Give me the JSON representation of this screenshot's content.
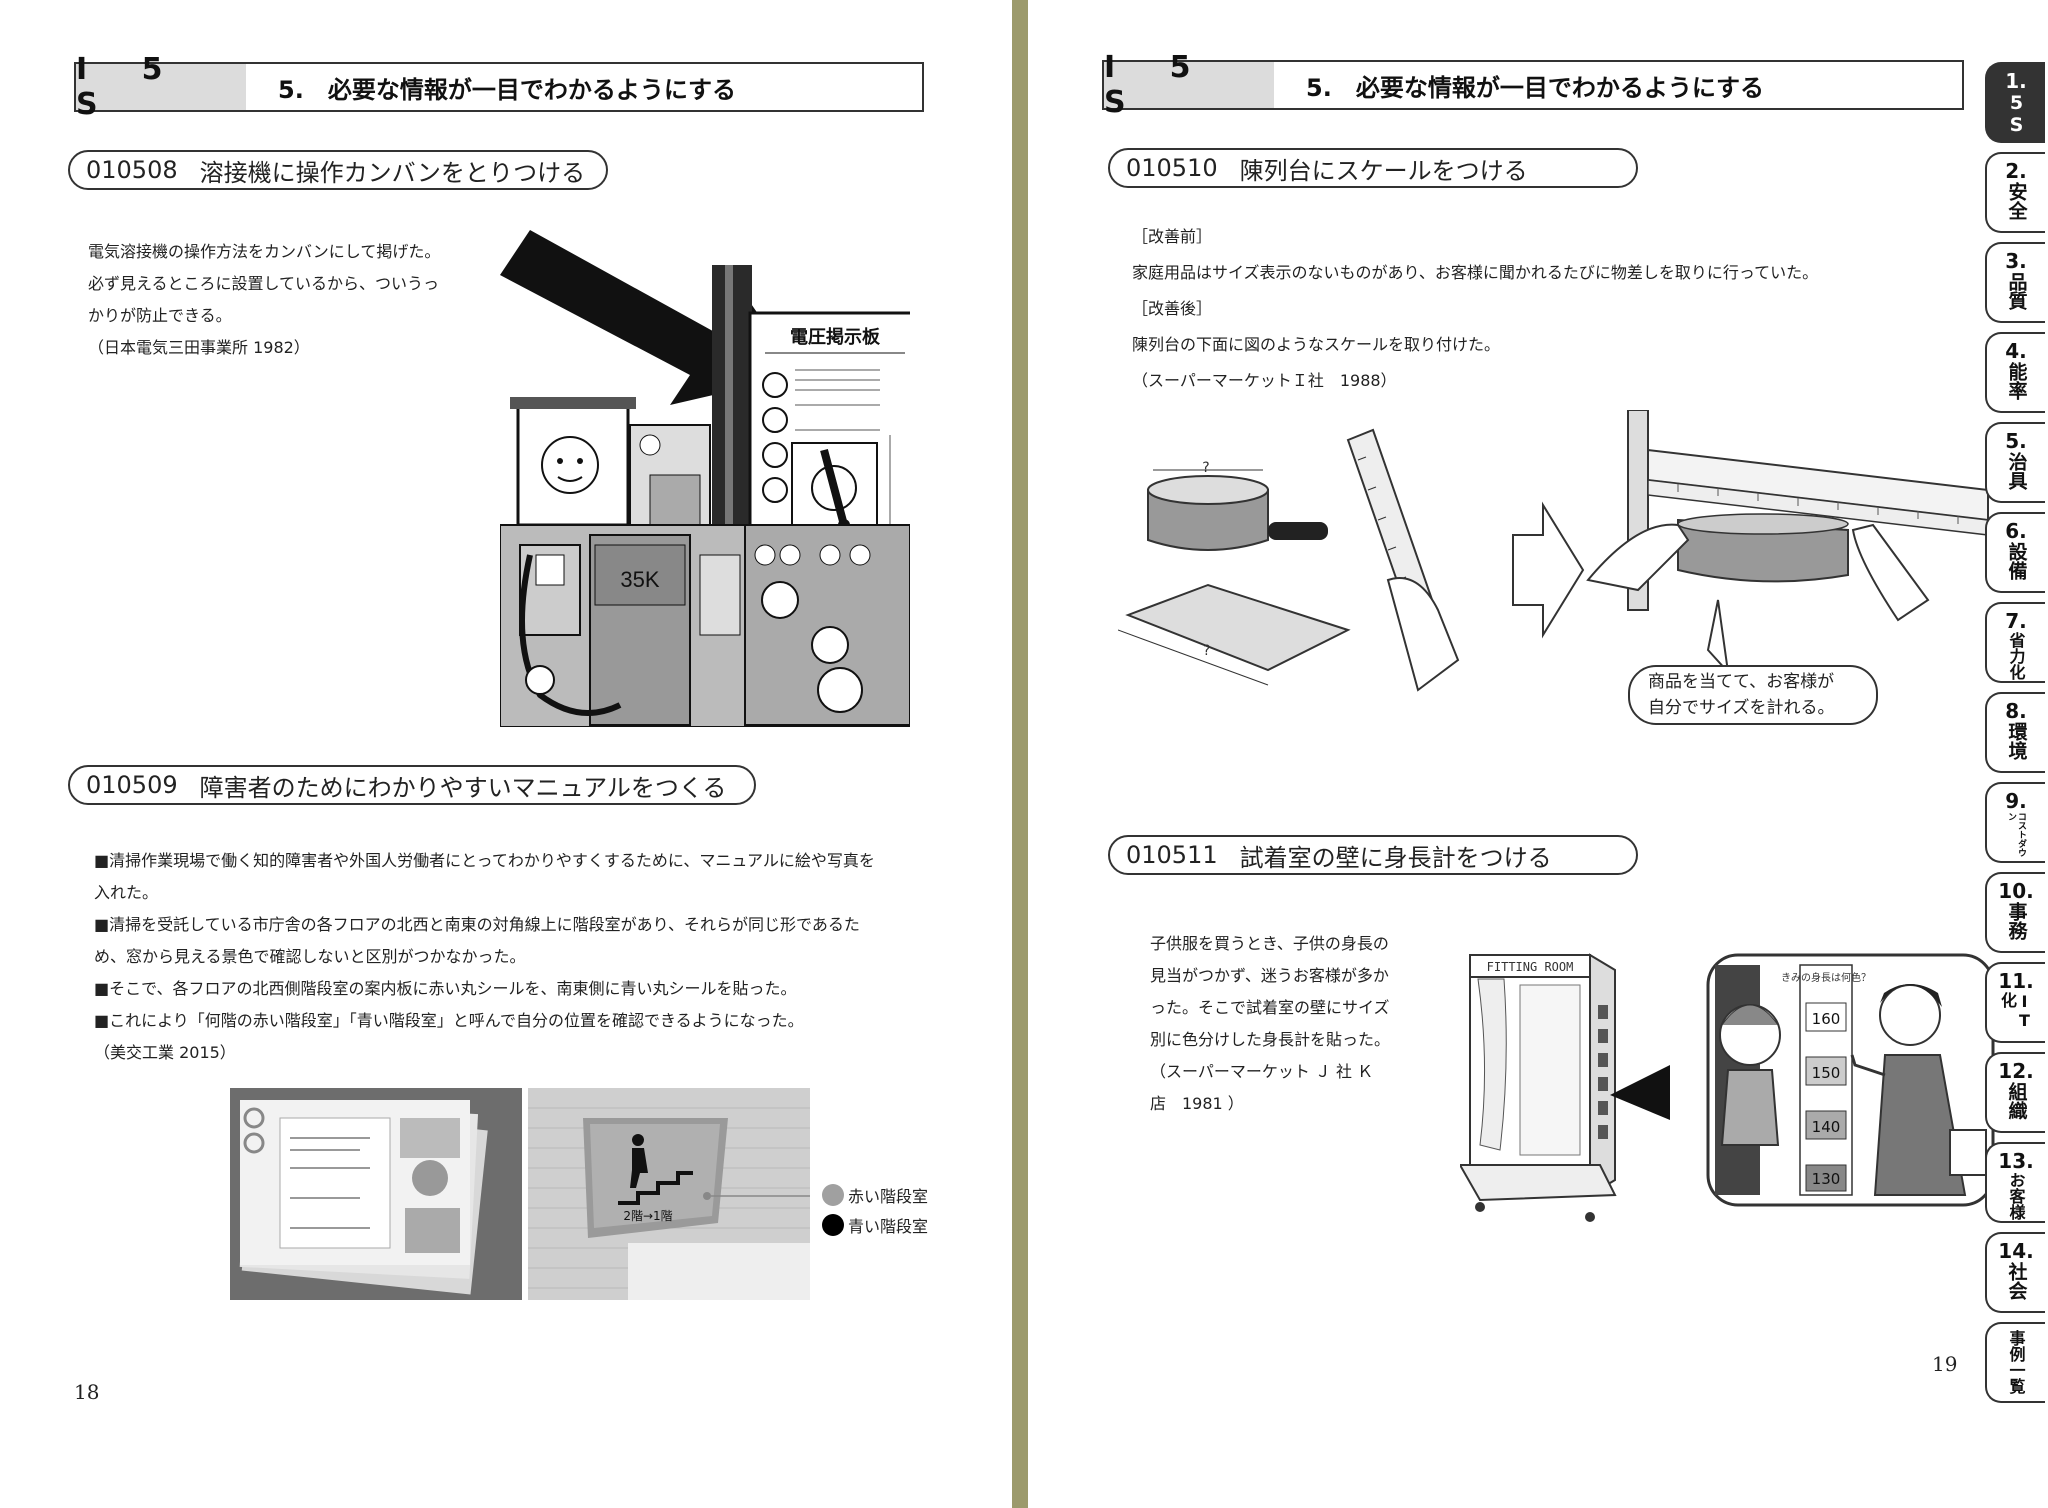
{
  "left": {
    "section": {
      "tag": "I 5 S",
      "title": "5.　必要な情報が一目でわかるようにする"
    },
    "case1": {
      "code": "010508",
      "title": "溶接機に操作カンバンをとりつける",
      "lines": [
        "電気溶接機の操作方法をカンバンにして掲げた。",
        "必ず見えるところに設置しているから、ついうっ",
        "かりが防止できる。",
        "（日本電気三田事業所 1982）"
      ],
      "illus": {
        "board_title": "電圧掲示板",
        "model": "35K"
      }
    },
    "case2": {
      "code": "010509",
      "title": "障害者のためにわかりやすいマニュアルをつくる",
      "lines": [
        "■清掃作業現場で働く知的障害者や外国人労働者にとってわかりやすくするために、マニュアルに絵や写真を",
        "入れた。",
        "■清掃を受託している市庁舎の各フロアの北西と南東の対角線上に階段室があり、それらが同じ形であるた",
        "め、窓から見える景色で確認しないと区別がつかなかった。",
        "■そこで、各フロアの北西側階段室の案内板に赤い丸シールを、南東側に青い丸シールを貼った。",
        "■これにより「何階の赤い階段室」「青い階段室」と呼んで自分の位置を確認できるようになった。",
        "（美交工業 2015）"
      ],
      "photo_sign": "2階→1階",
      "legend": [
        {
          "label": "赤い階段室",
          "color": "#a0a0a0"
        },
        {
          "label": "青い階段室",
          "color": "#000000"
        }
      ]
    },
    "page_number": "18"
  },
  "right": {
    "section": {
      "tag": "I 5 S",
      "title": "5.　必要な情報が一目でわかるようにする"
    },
    "case1": {
      "code": "010510",
      "title": "陳列台にスケールをつける",
      "lines": [
        "［改善前］",
        "家庭用品はサイズ表示のないものがあり、お客様に聞かれるたびに物差しを取りに行っていた。",
        "［改善後］",
        "陳列台の下面に図のようなスケールを取り付けた。",
        "（スーパーマーケットＩ社　1988）"
      ],
      "speech": [
        "商品を当てて、お客様が",
        "自分でサイズを計れる。"
      ]
    },
    "case2": {
      "code": "010511",
      "title": "試着室の壁に身長計をつける",
      "lines": [
        "子供服を買うとき、子供の身長の",
        "見当がつかず、迷うお客様が多か",
        "った。そこで試着室の壁にサイズ",
        "別に色分けした身長計を貼った。",
        "（スーパーマーケット Ｊ 社 Ｋ",
        "店　1981 ）"
      ],
      "fitting_room": "FITTING ROOM",
      "chart_label": "きみの身長は何色？",
      "sizes": [
        "160",
        "150",
        "140",
        "130"
      ]
    },
    "page_number": "19"
  },
  "tabs": [
    {
      "num": "1.",
      "label": "5S",
      "active": true
    },
    {
      "num": "2.",
      "label": "安全"
    },
    {
      "num": "3.",
      "label": "品質"
    },
    {
      "num": "4.",
      "label": "能率"
    },
    {
      "num": "5.",
      "label": "治具"
    },
    {
      "num": "6.",
      "label": "設備"
    },
    {
      "num": "7.",
      "label": "省力化"
    },
    {
      "num": "8.",
      "label": "環境"
    },
    {
      "num": "9.",
      "label": "コストダウン"
    },
    {
      "num": "10.",
      "label": "事務"
    },
    {
      "num": "11.",
      "label": "IT化"
    },
    {
      "num": "12.",
      "label": "組織"
    },
    {
      "num": "13.",
      "label": "お客様"
    },
    {
      "num": "14.",
      "label": "社会"
    },
    {
      "num": "",
      "label": "事例一覧"
    }
  ]
}
